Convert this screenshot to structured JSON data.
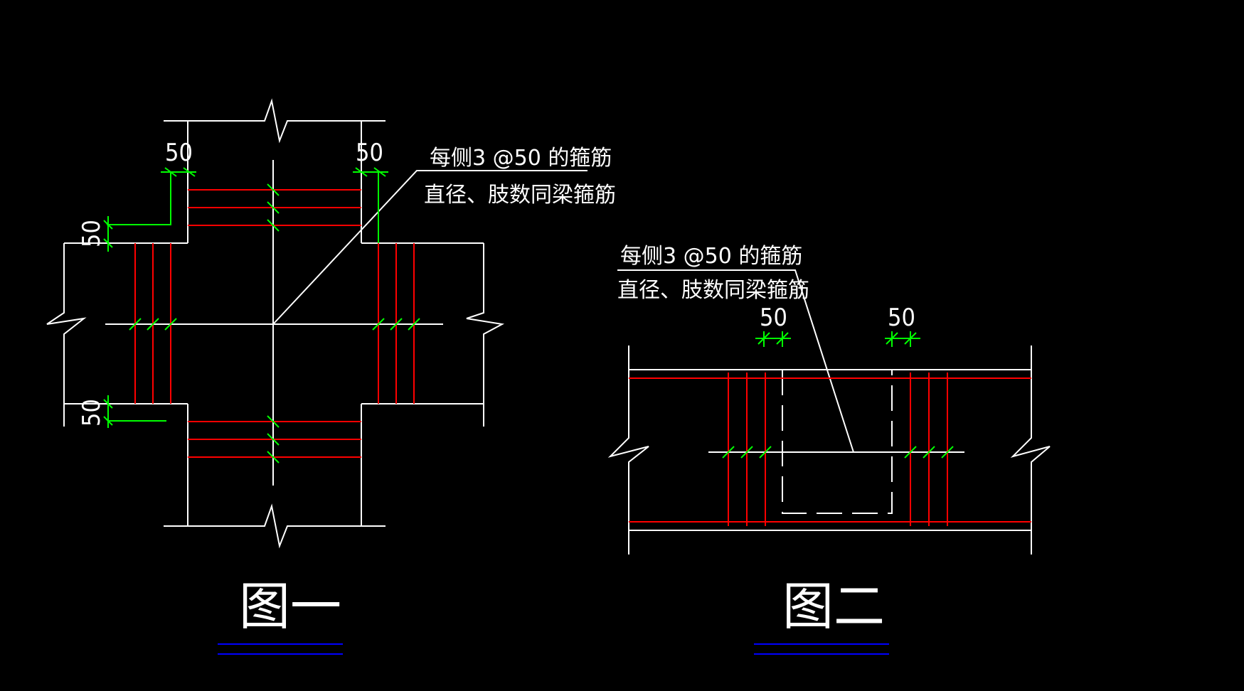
{
  "colors": {
    "background": "#000000",
    "outline": "#ffffff",
    "rebar": "#ff0000",
    "dimension": "#00ff00",
    "underline": "#0000ff"
  },
  "figure1": {
    "title": "图一",
    "note_line1": "每侧3 @50 的箍筋",
    "note_line2": "直径、肢数同梁箍筋",
    "dim_top_left": "50",
    "dim_top_right": "50",
    "dim_left_upper": "50",
    "dim_left_lower": "50"
  },
  "figure2": {
    "title": "图二",
    "note_line1": "每侧3 @50 的箍筋",
    "note_line2": "直径、肢数同梁箍筋",
    "dim_left": "50",
    "dim_right": "50"
  }
}
